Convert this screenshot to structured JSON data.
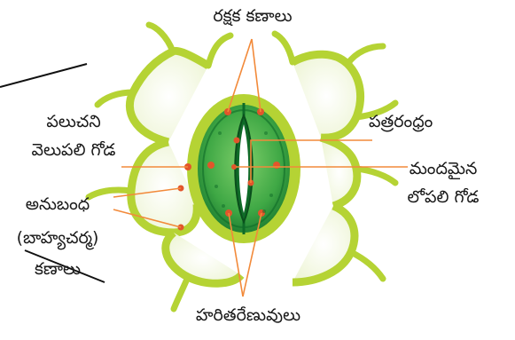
{
  "labels": {
    "guard_cells": "రక్షక కణాలు",
    "thin_outer_wall_line1": "పలుచని",
    "thin_outer_wall_line2": "వెలుపలి గోడ",
    "stoma": "పత్రరంధ్రం",
    "thick_inner_wall_line1": "మందమైన",
    "thick_inner_wall_line2": "లోపలి గోడ",
    "subsidiary_line1": "అనుబంధ",
    "subsidiary_line2": "(బాహ్యచర్మ)",
    "subsidiary_line3": "కణాలు",
    "chloroplasts": "హరితరేణువులు"
  },
  "colors": {
    "leader_line": "#f28a3a",
    "cell_wall": "#b5d334",
    "cell_wall_dark": "#8fb31a",
    "guard_cell_fill": "#2f9b3c",
    "guard_cell_dark": "#0f6b28",
    "chloroplast": "#e2552b"
  }
}
